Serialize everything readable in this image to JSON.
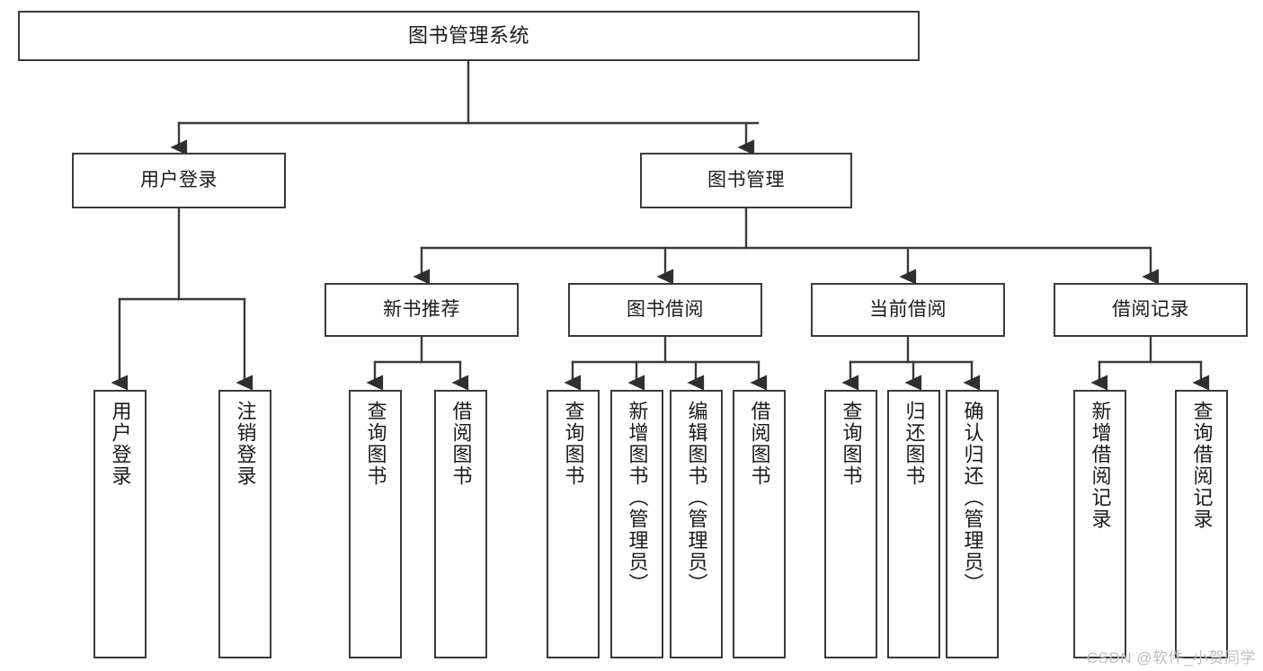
{
  "diagram": {
    "title": "图书管理系统",
    "watermark": "CSDN @软件_小贺同学",
    "line_color": "#3a3a3a",
    "box_fill": "#ffffff",
    "text_color": "#1b1b1b",
    "watermark_color": "#bfbfbf",
    "root": {
      "label": "图书管理系统"
    },
    "level2": [
      {
        "label": "用户登录"
      },
      {
        "label": "图书管理"
      }
    ],
    "level3": [
      {
        "label": "新书推荐"
      },
      {
        "label": "图书借阅"
      },
      {
        "label": "当前借阅"
      },
      {
        "label": "借阅记录"
      }
    ],
    "leaves_user_login": [
      {
        "label": "用户登录"
      },
      {
        "label": "注销登录"
      }
    ],
    "leaves_new_book": [
      {
        "label": "查询图书"
      },
      {
        "label": "借阅图书"
      }
    ],
    "leaves_borrow": [
      {
        "label": "查询图书"
      },
      {
        "label": "新增图书（管理员）"
      },
      {
        "label": "编辑图书（管理员）"
      },
      {
        "label": "借阅图书"
      }
    ],
    "leaves_current": [
      {
        "label": "查询图书"
      },
      {
        "label": "归还图书"
      },
      {
        "label": "确认归还（管理员）"
      }
    ],
    "leaves_records": [
      {
        "label": "新增借阅记录"
      },
      {
        "label": "查询借阅记录"
      }
    ]
  }
}
